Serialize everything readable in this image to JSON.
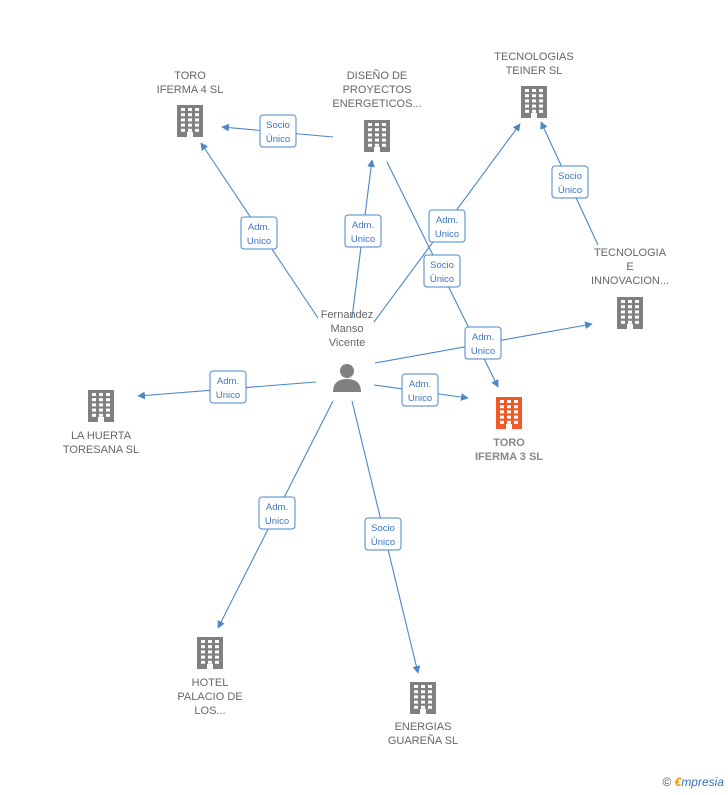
{
  "person": {
    "lines": [
      "Fernandez",
      "Manso",
      "Vicente"
    ]
  },
  "companies": [
    {
      "id": "toro4",
      "lines": [
        "TORO",
        "IFERMA 4  SL"
      ],
      "focus": false
    },
    {
      "id": "diseno",
      "lines": [
        "DISEÑO DE",
        "PROYECTOS",
        "ENERGETICOS..."
      ],
      "focus": false
    },
    {
      "id": "teiner",
      "lines": [
        "TECNOLOGIAS",
        "TEINER  SL"
      ],
      "focus": false
    },
    {
      "id": "tecinno",
      "lines": [
        "TECNOLOGIA",
        "E",
        "INNOVACION..."
      ],
      "focus": false
    },
    {
      "id": "toro3",
      "lines": [
        "TORO",
        "IFERMA 3  SL"
      ],
      "focus": true
    },
    {
      "id": "huerta",
      "lines": [
        "LA HUERTA",
        "TORESANA  SL"
      ],
      "focus": false
    },
    {
      "id": "hotel",
      "lines": [
        "HOTEL",
        "PALACIO DE",
        "LOS..."
      ],
      "focus": false
    },
    {
      "id": "energias",
      "lines": [
        "ENERGIAS",
        "GUAREÑA  SL"
      ],
      "focus": false
    }
  ],
  "edges": [
    {
      "from": "diseno",
      "to": "toro4",
      "label": [
        "Socio",
        "Único"
      ]
    },
    {
      "from": "person",
      "to": "toro4",
      "label": [
        "Adm.",
        "Unico"
      ]
    },
    {
      "from": "person",
      "to": "diseno",
      "label": [
        "Adm.",
        "Unico"
      ]
    },
    {
      "from": "person",
      "to": "teiner",
      "label": [
        "Adm.",
        "Unico"
      ]
    },
    {
      "from": "tecinno",
      "to": "teiner",
      "label": [
        "Socio",
        "Único"
      ]
    },
    {
      "from": "diseno",
      "to": "toro3",
      "label": [
        "Socio",
        "Único"
      ]
    },
    {
      "from": "person",
      "to": "tecinno",
      "label": [
        "Adm.",
        "Unico"
      ]
    },
    {
      "from": "person",
      "to": "toro3",
      "label": [
        "Adm.",
        "Unico"
      ]
    },
    {
      "from": "person",
      "to": "huerta",
      "label": [
        "Adm.",
        "Unico"
      ]
    },
    {
      "from": "person",
      "to": "hotel",
      "label": [
        "Adm.",
        "Unico"
      ]
    },
    {
      "from": "person",
      "to": "energias",
      "label": [
        "Socio",
        "Único"
      ]
    }
  ],
  "colors": {
    "edge": "#4a86c8",
    "building": "#808080",
    "focus_building": "#f05a28"
  },
  "footer": {
    "copyright": "©",
    "brand_e": "€",
    "brand_rest": "mpresia"
  }
}
